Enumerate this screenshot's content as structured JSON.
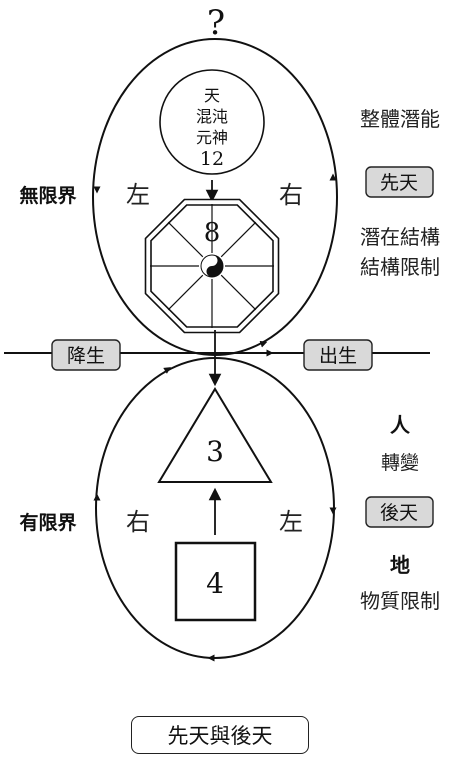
{
  "top_mark": "?",
  "upper": {
    "circle_lines": [
      "天",
      "混沌",
      "元神",
      "12"
    ],
    "octagon_number": "8",
    "left_char": "左",
    "right_char": "右",
    "realm_label": "無限界"
  },
  "lower": {
    "triangle_number": "3",
    "square_number": "4",
    "left_char": "右",
    "right_char": "左",
    "realm_label": "有限界"
  },
  "horizon": {
    "left_tag": "降生",
    "right_tag": "出生"
  },
  "right_notes_upper": {
    "title": "整體潛能",
    "tag": "先天",
    "line1": "潛在結構",
    "line2": "結構限制"
  },
  "right_notes_lower": {
    "heading": "人",
    "sub": "轉變",
    "tag": "後天",
    "heading2": "地",
    "line": "物質限制"
  },
  "caption": "先天與後天",
  "colors": {
    "ink": "#111111",
    "tag_fill": "#d9d9d9",
    "tag_border": "#222222"
  },
  "icons": [
    "yin-yang-icon",
    "arrow-icon"
  ]
}
